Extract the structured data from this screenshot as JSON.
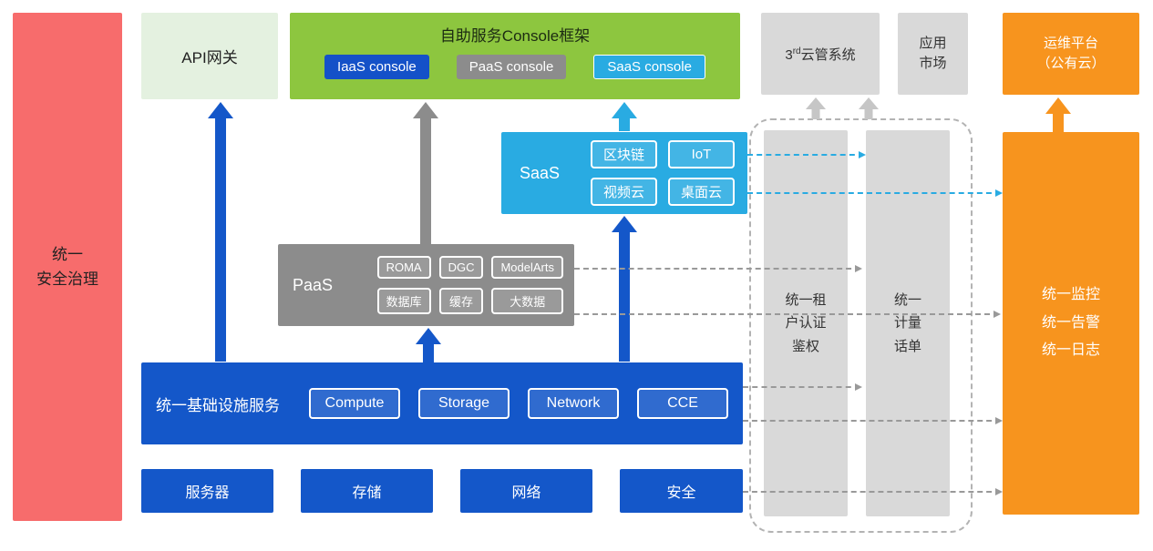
{
  "colors": {
    "red": "#f76c6c",
    "light_green": "#e4f1e0",
    "green": "#8dc63f",
    "blue": "#1457c9",
    "gray": "#8c8c8c",
    "cyan": "#29abe2",
    "orange": "#f7941e",
    "light_gray": "#d9d9d9"
  },
  "security_bar": {
    "label": "统一\n安全治理"
  },
  "api_gateway": {
    "label": "API网关"
  },
  "console_framework": {
    "title": "自助服务Console框架",
    "consoles": [
      {
        "label": "IaaS console"
      },
      {
        "label": "PaaS console"
      },
      {
        "label": "SaaS console"
      }
    ]
  },
  "third_party_cms": {
    "prefix": "3",
    "sup": "rd",
    "suffix": "云管系统"
  },
  "app_market": {
    "label": "应用\n市场"
  },
  "om_platform": {
    "label": "运维平台\n（公有云）"
  },
  "saas": {
    "label": "SaaS",
    "chips": [
      "区块链",
      "IoT",
      "视频云",
      "桌面云"
    ]
  },
  "paas": {
    "label": "PaaS",
    "chips": [
      "ROMA",
      "DGC",
      "ModelArts",
      "数据库",
      "缓存",
      "大数据"
    ]
  },
  "iaas": {
    "label": "统一基础设施服务",
    "chips": [
      "Compute",
      "Storage",
      "Network",
      "CCE"
    ]
  },
  "hardware": {
    "items": [
      "服务器",
      "存储",
      "网络",
      "安全"
    ]
  },
  "auth_bar": {
    "label": "统一租\n户认证\n鉴权"
  },
  "metering_bar": {
    "label": "统一\n计量\n话单"
  },
  "monitor_bar": {
    "label": "统一监控\n统一告警\n统一日志"
  }
}
